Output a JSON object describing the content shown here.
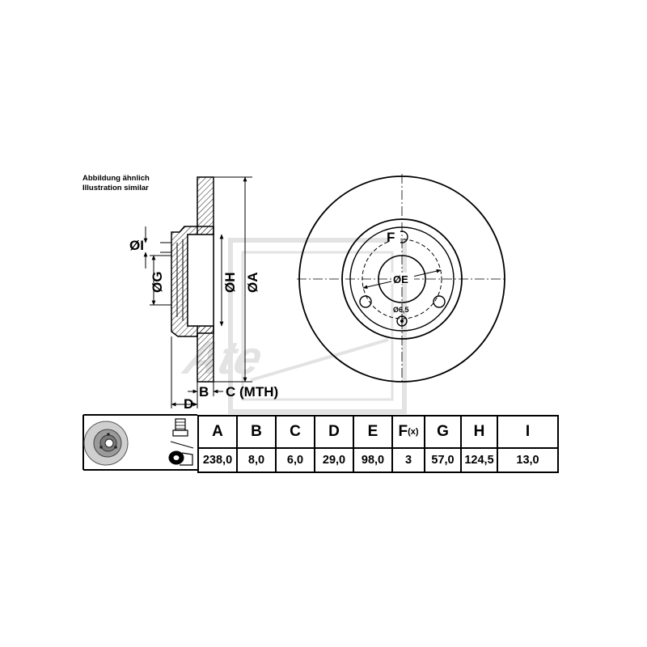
{
  "notes": {
    "line1": "Abbildung ähnlich",
    "line2": "Illustration similar"
  },
  "section_labels": {
    "dia_i": "ØI",
    "dia_g": "ØG",
    "dia_h": "ØH",
    "dia_a": "ØA",
    "b": "B",
    "c": "C (MTH)",
    "d": "D"
  },
  "front_labels": {
    "f": "F",
    "dia_e": "ØE",
    "hole": "Ø6,5"
  },
  "logo_text": "Ate",
  "table": {
    "headers": [
      "A",
      "B",
      "C",
      "D",
      "E",
      "F",
      "G",
      "H",
      "I"
    ],
    "f_suffix": "(x)",
    "values": [
      "238,0",
      "8,0",
      "6,0",
      "29,0",
      "98,0",
      "3",
      "57,0",
      "124,5",
      "13,0"
    ]
  },
  "colors": {
    "line": "#000000",
    "logo": "#e6e6e6",
    "background": "#ffffff"
  },
  "icons": [
    "brake-disc-thumbnail-icon",
    "wheel-bolt-icon"
  ]
}
